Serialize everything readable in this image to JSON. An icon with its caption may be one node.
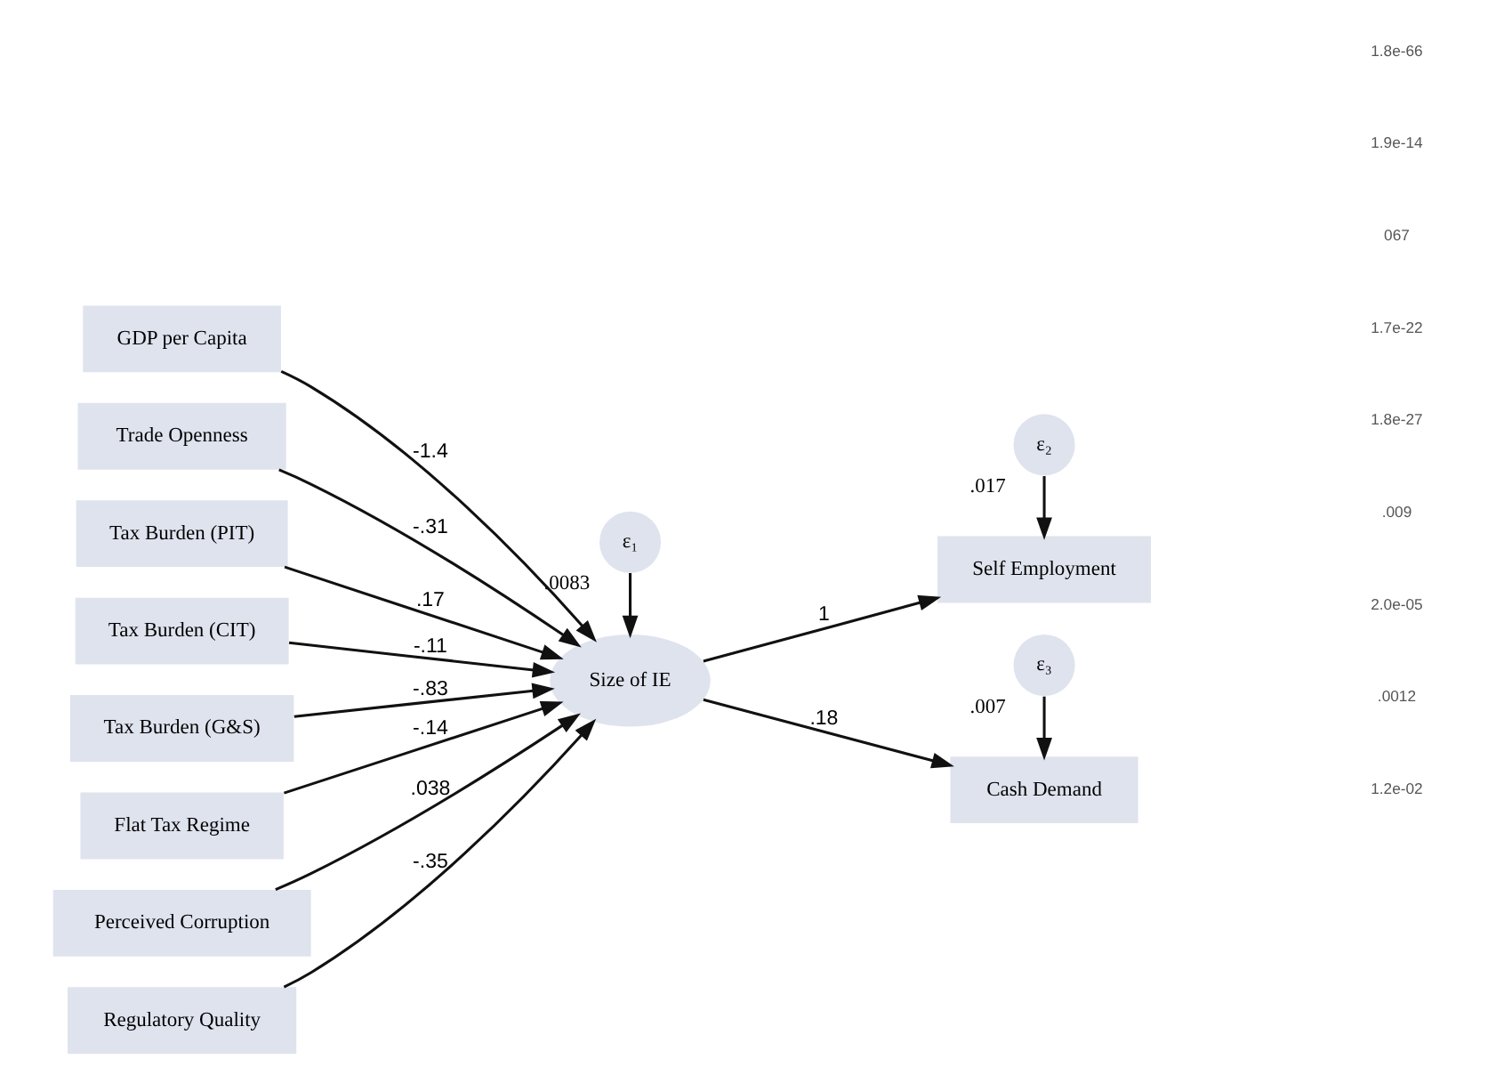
{
  "diagram": {
    "nodes": [
      {
        "text": [
          "GDP per Capita"
        ]
      },
      {
        "text": [
          "Trade Openness"
        ]
      },
      {
        "text": [
          "Tax Burden (PIT)"
        ]
      },
      {
        "text": [
          "Tax Burden (CIT)"
        ]
      },
      {
        "text": [
          "Tax Burden (G&S)"
        ]
      },
      {
        "text": [
          "Flat Tax Regime"
        ]
      },
      {
        "text": [
          "Perceived Corruption"
        ]
      },
      {
        "text": [
          "Regulatory Quality"
        ]
      },
      {
        "text": [
          "ε₁"
        ],
        "beside": [
          ".0083"
        ]
      },
      {
        "text": [
          "Size of IE"
        ]
      },
      {
        "text": [
          "Self Employment"
        ]
      },
      {
        "text": [
          "ε₂"
        ],
        "beside": [
          ".017"
        ]
      },
      {
        "text": [
          "Cash Demand"
        ]
      },
      {
        "text": [
          "ε₃"
        ],
        "beside": [
          ".007"
        ]
      }
    ],
    "edges": [
      {
        "from": 0,
        "to": 9,
        "arrow": "to",
        "label": "-1.4"
      },
      {
        "from": 1,
        "to": 9,
        "arrow": "to",
        "label": "-.31"
      },
      {
        "from": 2,
        "to": 9,
        "arrow": "to",
        "label": ".17"
      },
      {
        "from": 3,
        "to": 9,
        "arrow": "to",
        "label": "-.11"
      },
      {
        "from": 4,
        "to": 9,
        "arrow": "to",
        "label": "-.83"
      },
      {
        "from": 5,
        "to": 9,
        "arrow": "to",
        "label": "-.14"
      },
      {
        "from": 6,
        "to": 9,
        "arrow": "to",
        "label": ".038"
      },
      {
        "from": 7,
        "to": 9,
        "arrow": "to",
        "label": "-.35"
      },
      {
        "from": 8,
        "to": 9,
        "arrow": "to"
      },
      {
        "from": 9,
        "to": 10,
        "arrow": "to",
        "label": "1"
      },
      {
        "from": 11,
        "to": 10,
        "arrow": "to"
      },
      {
        "from": 9,
        "to": 12,
        "arrow": "to",
        "label": ".18"
      },
      {
        "from": 13,
        "to": 12,
        "arrow": "to"
      }
    ],
    "labels": [
      "1.2e-02",
      ".0012",
      "2.0e-05",
      ".009",
      "1.8e-27",
      "1.7e-22",
      "067",
      "1.9e-14",
      "1.8e-66"
    ]
  }
}
